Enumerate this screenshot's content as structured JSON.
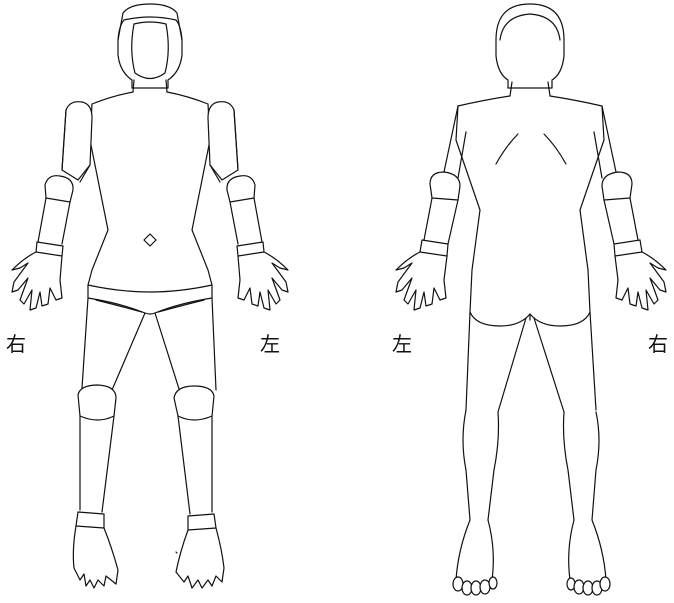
{
  "labels": {
    "front_right": "右",
    "front_left": "左",
    "back_left": "左",
    "back_right": "右"
  },
  "colors": {
    "line": "#111111",
    "background": "#ffffff"
  }
}
